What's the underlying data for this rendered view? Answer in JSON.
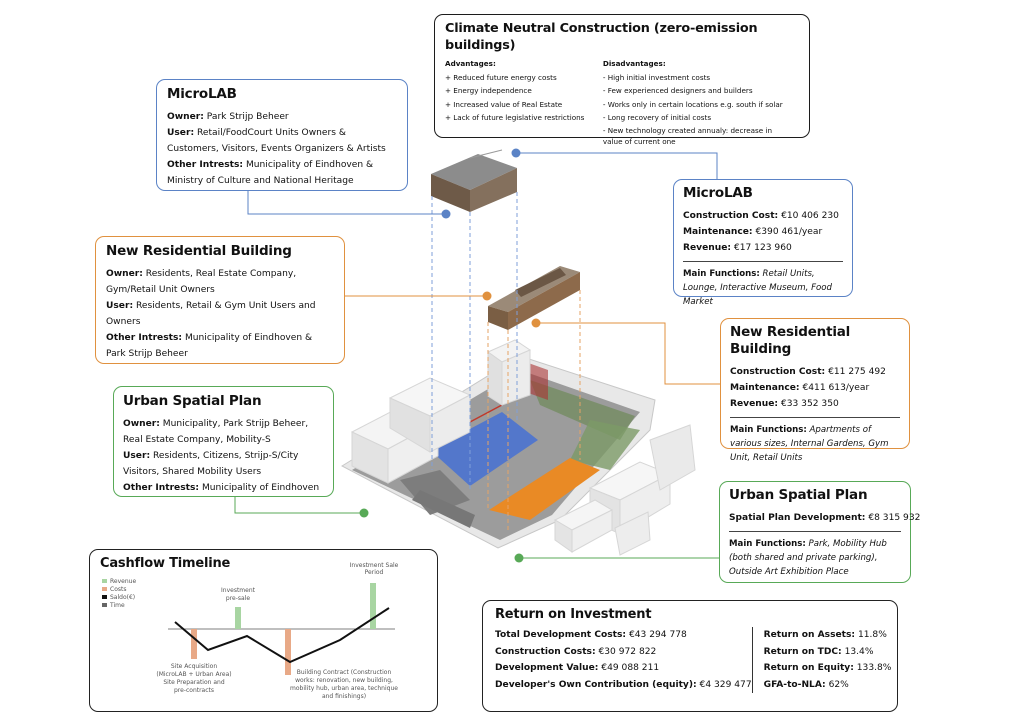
{
  "climate": {
    "title": "Climate Neutral Construction (zero-emission buildings)",
    "advantages_title": "Advantages:",
    "advantages": [
      "+ Reduced future energy costs",
      "+ Energy independence",
      "+ Increased value of Real Estate",
      "+ Lack of future legislative restrictions"
    ],
    "disadvantages_title": "Disadvantages:",
    "disadvantages": [
      "- High initial investment costs",
      "- Few experienced designers and builders",
      "- Works only in certain locations e.g. south if solar",
      "- Long recovery of initial costs",
      "- New technology created annualy: decrease in",
      "value of current one"
    ]
  },
  "microlab_left": {
    "title": "MicroLAB",
    "owner_label": "Owner:",
    "owner": " Park Strijp Beheer",
    "user_label": "User:",
    "user_1": " Retail/FoodCourt Units Owners &",
    "user_2": "Customers, Visitors, Events Organizers & Artists",
    "other_label": "Other Intrests:",
    "other_1": " Municipality of Eindhoven &",
    "other_2": "Ministry of Culture and National Heritage"
  },
  "microlab_right": {
    "title": "MicroLAB",
    "cost_label": "Construction Cost:",
    "cost": " €10 406 230",
    "maint_label": "Maintenance:",
    "maint": " €390 461/year",
    "rev_label": "Revenue:",
    "rev": " €17 123 960",
    "func_label": "Main Functions:",
    "func": " Retail Units, Lounge, Interactive Museum, Food Market"
  },
  "resid_left": {
    "title": "New Residential Building",
    "owner_label": "Owner:",
    "owner_1": " Residents, Real Estate Company,",
    "owner_2": "Gym/Retail Unit Owners",
    "user_label": "User:",
    "user_1": " Residents, Retail & Gym Unit Users and",
    "user_2": "Owners",
    "other_label": "Other Intrests:",
    "other_1": " Municipality of Eindhoven &",
    "other_2": "Park Strijp Beheer"
  },
  "resid_right": {
    "title": "New Residential Building",
    "cost_label": "Construction Cost:",
    "cost": " €11 275 492",
    "maint_label": "Maintenance:",
    "maint": " €411 613/year",
    "rev_label": "Revenue:",
    "rev": " €33 352 350",
    "func_label": "Main Functions:",
    "func": " Apartments of various sizes, Internal Gardens, Gym Unit, Retail Units"
  },
  "urban_left": {
    "title": "Urban Spatial Plan",
    "owner_label": "Owner:",
    "owner_1": " Municipality, Park Strijp Beheer,",
    "owner_2": "Real Estate Company, Mobility-S",
    "user_label": "User:",
    "user_1": " Residents, Citizens, Strijp-S/City",
    "user_2": "Visitors, Shared Mobility Users",
    "other_label": "Other Intrests:",
    "other": " Municipality of Eindhoven"
  },
  "urban_right": {
    "title": "Urban Spatial Plan",
    "dev_label": "Spatial Plan Development:",
    "dev": " €8 315 932",
    "func_label": "Main Functions:",
    "func": " Park, Mobility Hub (both shared and private parking), Outside Art Exhibition Place"
  },
  "roi": {
    "title": "Return on Investment",
    "left": [
      {
        "label": "Total Development Costs:",
        "value": " €43 294 778"
      },
      {
        "label": "Construction Costs:",
        "value": " €30 972 822"
      },
      {
        "label": "Development Value:",
        "value": " €49 088 211"
      },
      {
        "label": "Developer's Own Contribution (equity):",
        "value": " €4 329 477"
      }
    ],
    "right": [
      {
        "label": "Return on Assets:",
        "value": " 11.8%"
      },
      {
        "label": "Return on TDC:",
        "value": " 13.4%"
      },
      {
        "label": "Return on Equity:",
        "value": " 133.8%"
      },
      {
        "label": "GFA-to-NLA:",
        "value": " 62%"
      }
    ]
  },
  "cashflow": {
    "title": "Cashflow Timeline",
    "legend": [
      "Revenue",
      "Costs",
      "Saldo(€)",
      "Time"
    ],
    "legend_colors": [
      "#a8d5a2",
      "#e8a987",
      "#111111",
      "#666666"
    ],
    "annotations": {
      "investment_sale": "Investment Sale",
      "investment_sale_2": "Period",
      "investment_presale": "Investment",
      "investment_presale_2": "pre-sale",
      "site_acq_1": "Site Acquisition",
      "site_acq_2": "(MicroLAB + Urban Area)",
      "site_acq_3": "Site Preparation and",
      "site_acq_4": "pre-contracts",
      "build_1": "Building Contract (Construction",
      "build_2": "works: renovation, new building,",
      "build_3": "mobility hub, urban area, technique",
      "build_4": "and finishings)"
    }
  }
}
